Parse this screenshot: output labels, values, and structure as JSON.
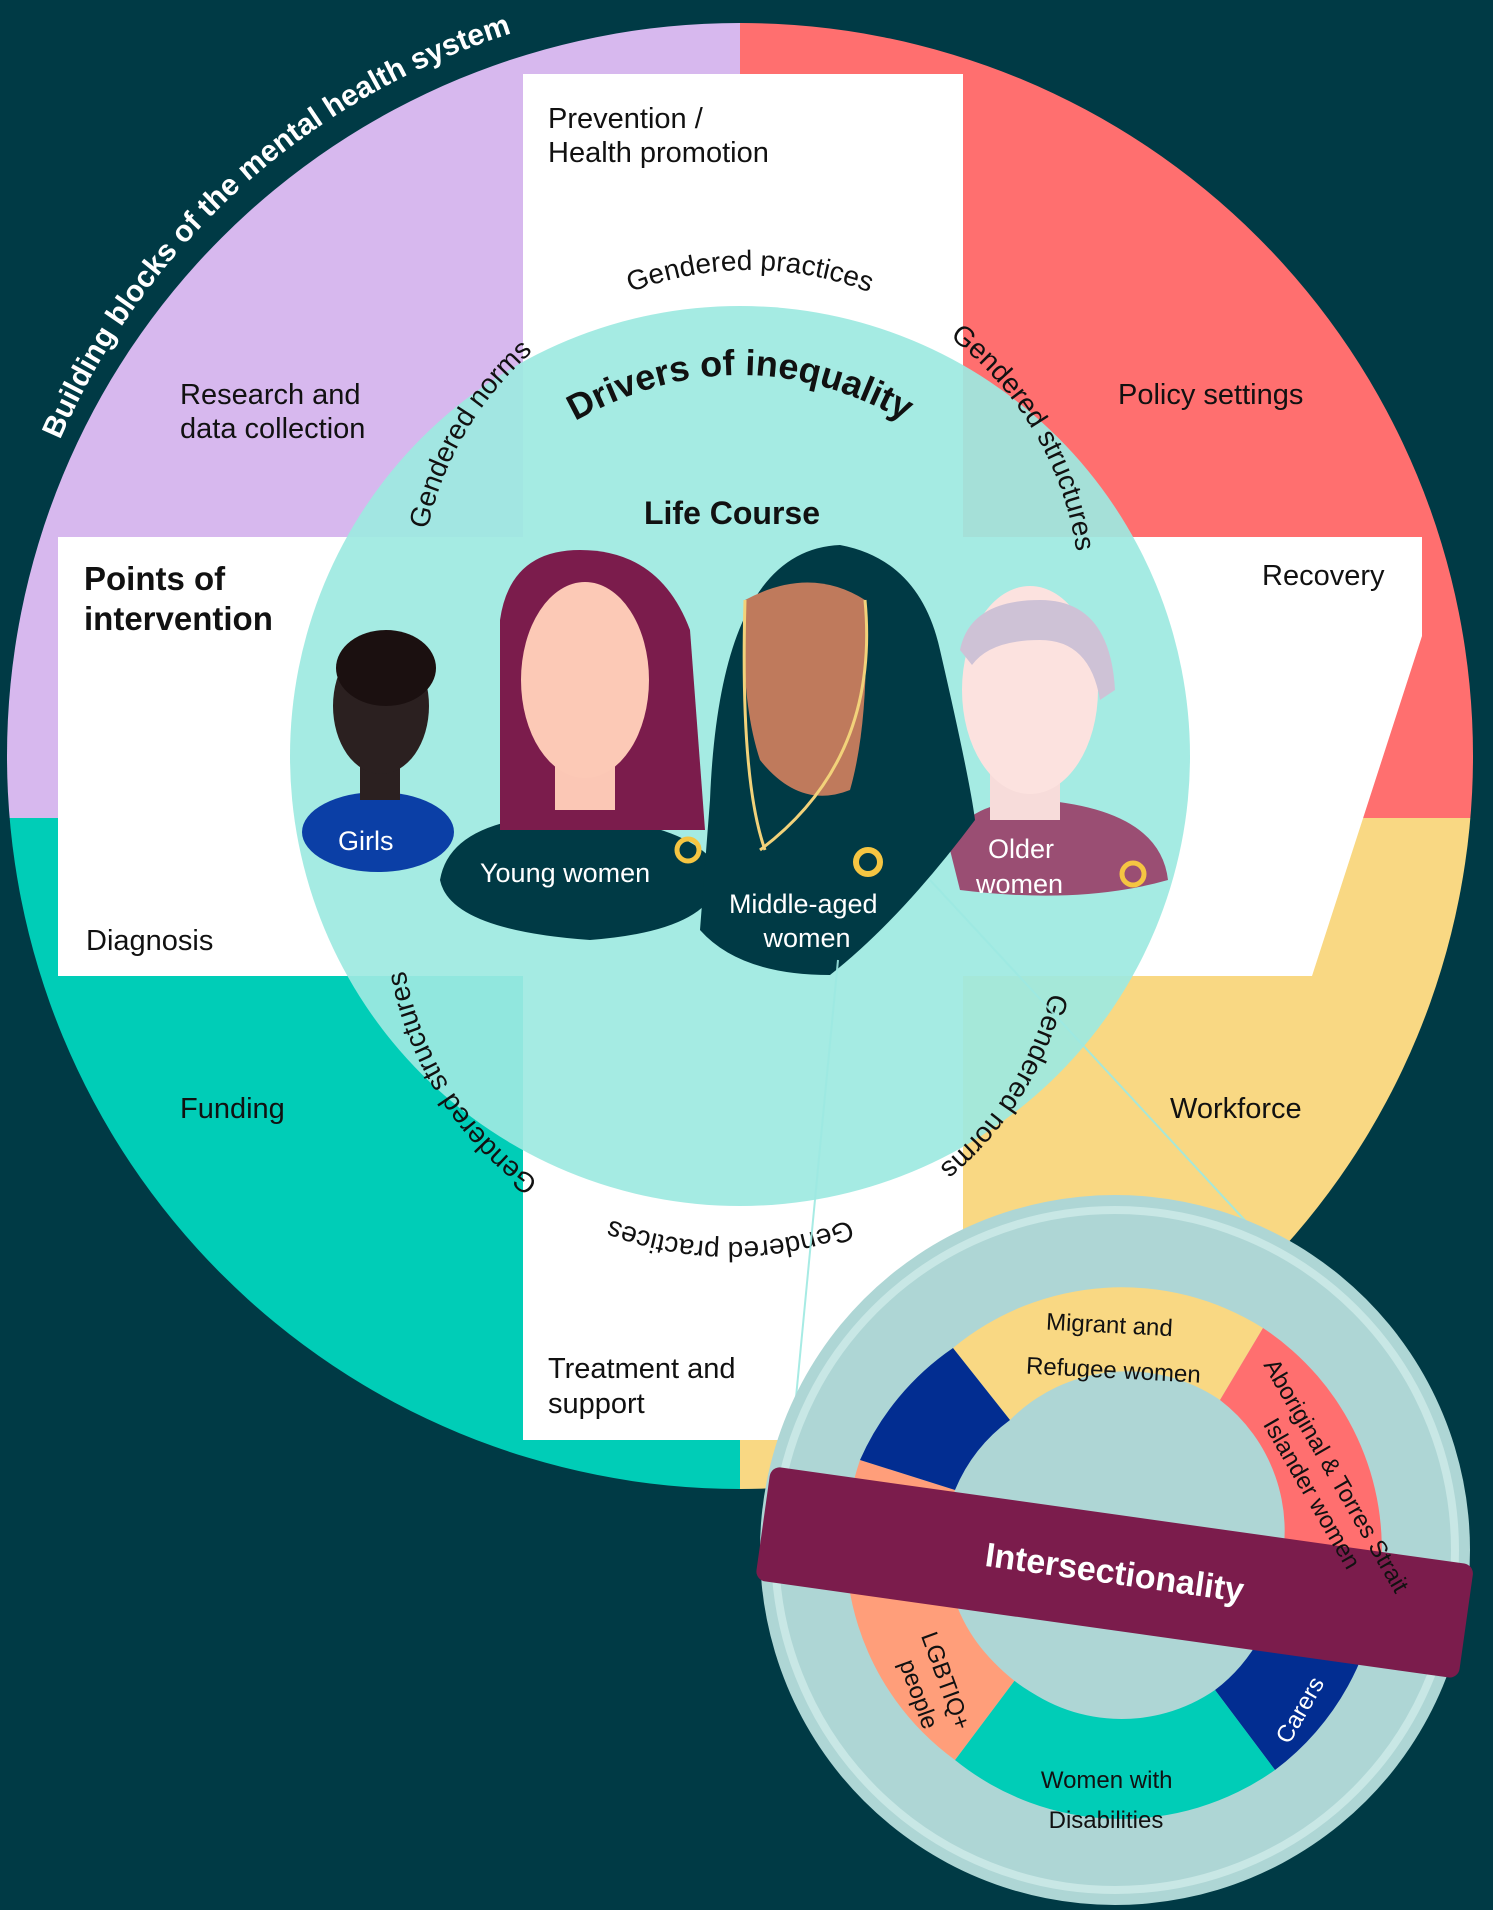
{
  "outer_title": "Building blocks of the mental health system",
  "quadrants": [
    {
      "id": "research",
      "label_lines": [
        "Research and",
        "data collection"
      ],
      "color": "#D7B8EE"
    },
    {
      "id": "policy",
      "label_lines": [
        "Policy settings"
      ],
      "color": "#FF6F6F"
    },
    {
      "id": "funding",
      "label_lines": [
        "Funding"
      ],
      "color": "#00CDB7"
    },
    {
      "id": "workforce",
      "label_lines": [
        "Workforce"
      ],
      "color": "#F9D883"
    }
  ],
  "cross_labels": {
    "prevention": [
      "Prevention /",
      "Health promotion"
    ],
    "recovery": [
      "Recovery"
    ],
    "diagnosis": [
      "Diagnosis"
    ],
    "treatment": [
      "Treatment and",
      "support"
    ],
    "points_title": [
      "Points of",
      "intervention"
    ]
  },
  "inner_circle": {
    "color": "#9DE9E1",
    "drivers_title": "Drivers of inequality",
    "life_course_title": "Life Course",
    "ring_terms_top": [
      "Gendered norms",
      "Gendered practices",
      "Gendered structures"
    ],
    "ring_terms_bottom": [
      "Gendered structures",
      "Gendered practices",
      "Gendered norms"
    ]
  },
  "people": [
    {
      "id": "girls",
      "label_lines": [
        "Girls"
      ],
      "shirt": "#0B3FA6"
    },
    {
      "id": "young",
      "label_lines": [
        "Young women"
      ],
      "shirt": "#003A45"
    },
    {
      "id": "middle",
      "label_lines": [
        "Middle-aged",
        "women"
      ],
      "shirt": "#003A45"
    },
    {
      "id": "older",
      "label_lines": [
        "Older",
        "women"
      ],
      "shirt": "#9A4E73"
    }
  ],
  "intersectionality": {
    "title": "Intersectionality",
    "segments": [
      {
        "id": "migrant",
        "lines": [
          "Migrant and",
          "Refugee women"
        ],
        "color": "#F9D883"
      },
      {
        "id": "aboriginal",
        "lines": [
          "Aboriginal & Torres Strait",
          "Islander women"
        ],
        "color": "#FF6F6F"
      },
      {
        "id": "carers",
        "lines": [
          "Carers"
        ],
        "color": "#022D91"
      },
      {
        "id": "disabilities",
        "lines": [
          "Women with",
          "Disabilities"
        ],
        "color": "#00CDB7"
      },
      {
        "id": "lgbtiq",
        "lines": [
          "LGBTIQ+",
          "people"
        ],
        "color": "#FF9E7A"
      },
      {
        "id": "blank",
        "lines": [],
        "color": "#022D91"
      }
    ]
  },
  "colors": {
    "background": "#003A45",
    "band": "#7B1C4C",
    "cross": "#FFFFFF"
  }
}
